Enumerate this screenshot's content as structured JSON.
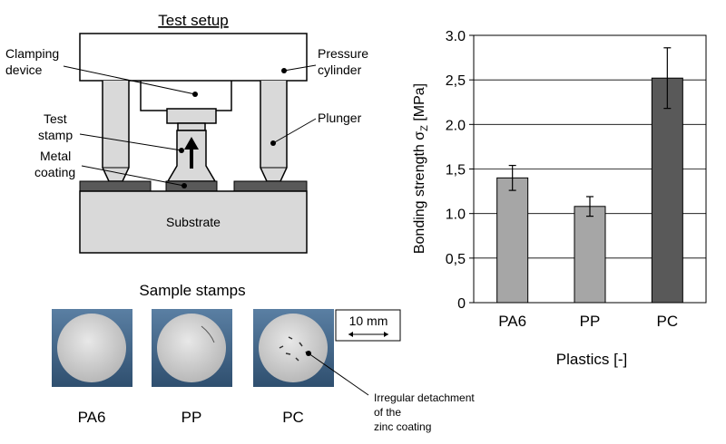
{
  "setup": {
    "title": "Test setup",
    "labels": {
      "clamping_line1": "Clamping",
      "clamping_line2": "device",
      "pressure_line1": "Pressure",
      "pressure_line2": "cylinder",
      "test_line1": "Test",
      "test_line2": "stamp",
      "plunger": "Plunger",
      "metal_line1": "Metal",
      "metal_line2": "coating",
      "substrate": "Substrate"
    }
  },
  "samples": {
    "title": "Sample stamps",
    "scale": "10 mm",
    "names": [
      "PA6",
      "PP",
      "PC"
    ],
    "note_line1": "Irregular detachment",
    "note_line2": "of the",
    "note_line3": "zinc coating"
  },
  "chart_data": {
    "type": "bar",
    "categories": [
      "PA6",
      "PP",
      "PC"
    ],
    "values": [
      1.4,
      1.08,
      2.52
    ],
    "errors": [
      0.14,
      0.11,
      0.34
    ],
    "bar_colors": [
      "#a6a6a6",
      "#a6a6a6",
      "#595959"
    ],
    "ylabel_main": "Bonding strength σ",
    "ylabel_sub": "Z",
    "ylabel_unit": "[MPa]",
    "xlabel": "Plastics",
    "xlabel_unit": "[-]",
    "ylim": [
      0,
      3
    ],
    "yticks": [
      0,
      0.5,
      1,
      1.5,
      2,
      2.5,
      3
    ],
    "ytick_labels": [
      "0",
      "0,5",
      "1.0",
      "1,5",
      "2.0",
      "2,5",
      "3.0"
    ],
    "grid": true
  }
}
